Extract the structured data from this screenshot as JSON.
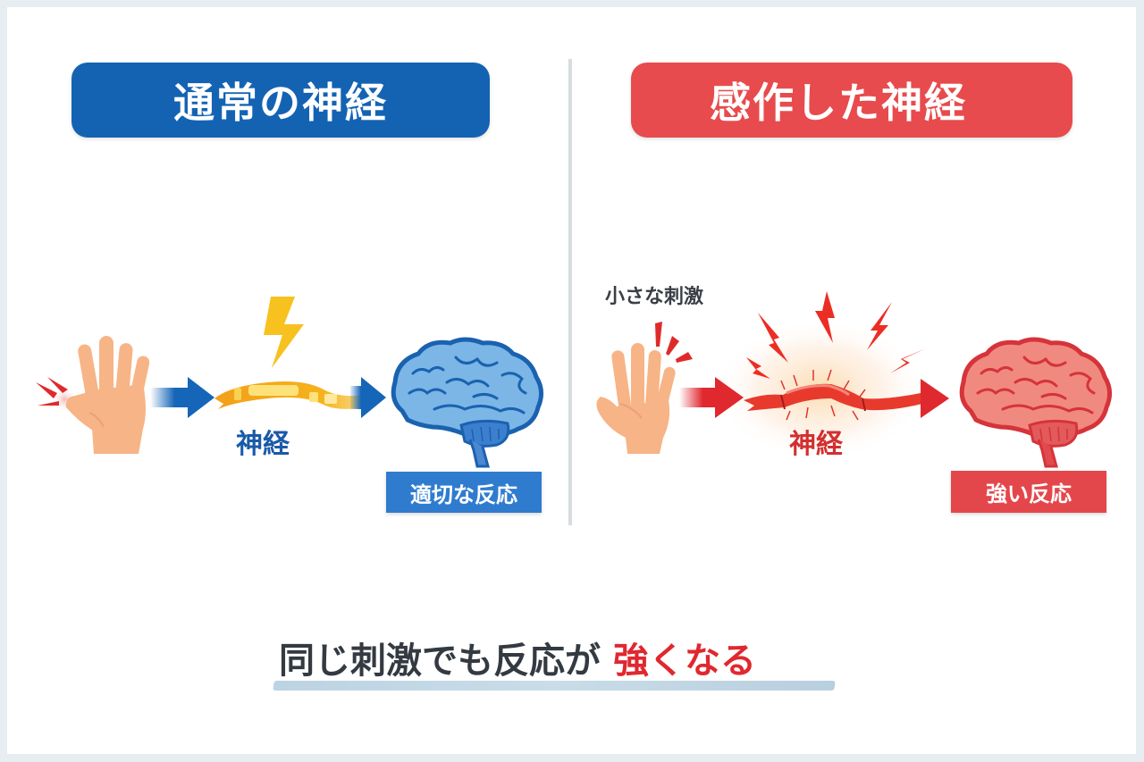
{
  "left_panel": {
    "title": "通常の神経",
    "nerve_label": "神経",
    "response_label": "適切な反応",
    "colors": {
      "title_bg": "#1463b3",
      "arrow": "#1565b8",
      "nerve": "#f5b21c",
      "brain": "#7bb6e6",
      "brain_outline": "#1a62b0",
      "response_bg": "#2f7ccf"
    }
  },
  "right_panel": {
    "title": "感作した神経",
    "stimulus_label": "小さな刺激",
    "nerve_label": "神経",
    "response_label": "強い反応",
    "colors": {
      "title_bg": "#e84b4d",
      "arrow": "#e0282f",
      "nerve": "#e83a2c",
      "brain": "#f08a80",
      "brain_outline": "#d6333a",
      "response_bg": "#e4474b"
    }
  },
  "conclusion": {
    "text_main": "同じ刺激でも反応が",
    "text_emphasis": "強くなる",
    "colors": {
      "main": "#343a42",
      "emphasis": "#e0282f",
      "underline": "#c2d7e5"
    }
  },
  "icons": [
    "hand-icon",
    "pain-spark-icon",
    "lightning-bolt-icon",
    "nerve-fiber-icon",
    "arrow-right-icon",
    "brain-icon"
  ]
}
